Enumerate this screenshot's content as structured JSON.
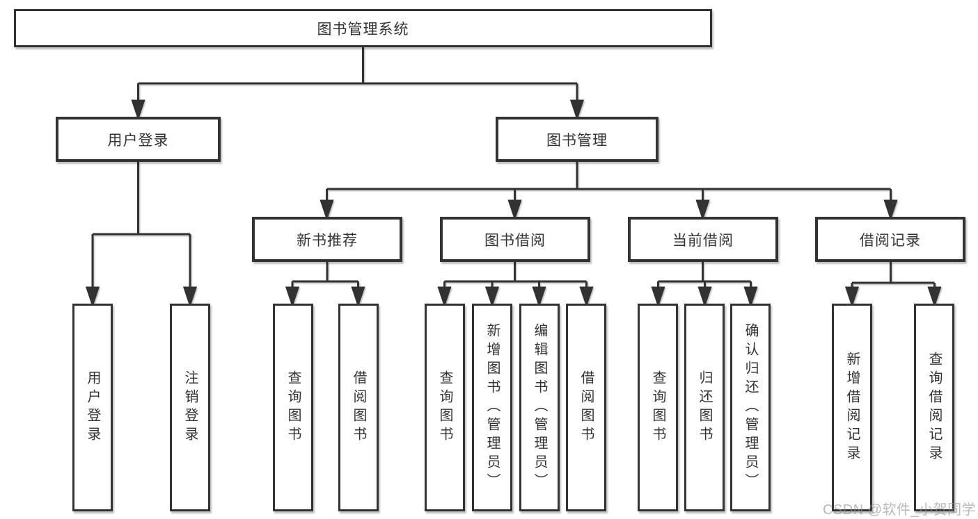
{
  "diagram": {
    "title": "图书管理系统",
    "root": {
      "label": "图书管理系统"
    },
    "level2": [
      {
        "label": "用户登录",
        "children": [
          {
            "label": "用户登录"
          },
          {
            "label": "注销登录"
          }
        ]
      },
      {
        "label": "图书管理",
        "children": [
          {
            "label": "新书推荐",
            "children": [
              {
                "label": "查询图书"
              },
              {
                "label": "借阅图书"
              }
            ]
          },
          {
            "label": "图书借阅",
            "children": [
              {
                "label": "查询图书"
              },
              {
                "label": "新增图书（管理员）"
              },
              {
                "label": "编辑图书（管理员）"
              },
              {
                "label": "借阅图书"
              }
            ]
          },
          {
            "label": "当前借阅",
            "children": [
              {
                "label": "查询图书"
              },
              {
                "label": "归还图书"
              },
              {
                "label": "确认归还（管理员）"
              }
            ]
          },
          {
            "label": "借阅记录",
            "children": [
              {
                "label": "新增借阅记录"
              },
              {
                "label": "查询借阅记录"
              }
            ]
          }
        ]
      }
    ]
  },
  "watermark": {
    "text": "CSDN @软件_小贺同学"
  },
  "colors": {
    "line": "#333333",
    "box_border": "#333333",
    "box_fill": "#ffffff",
    "text": "#333333",
    "watermark": "#949494",
    "background": "#ffffff"
  }
}
